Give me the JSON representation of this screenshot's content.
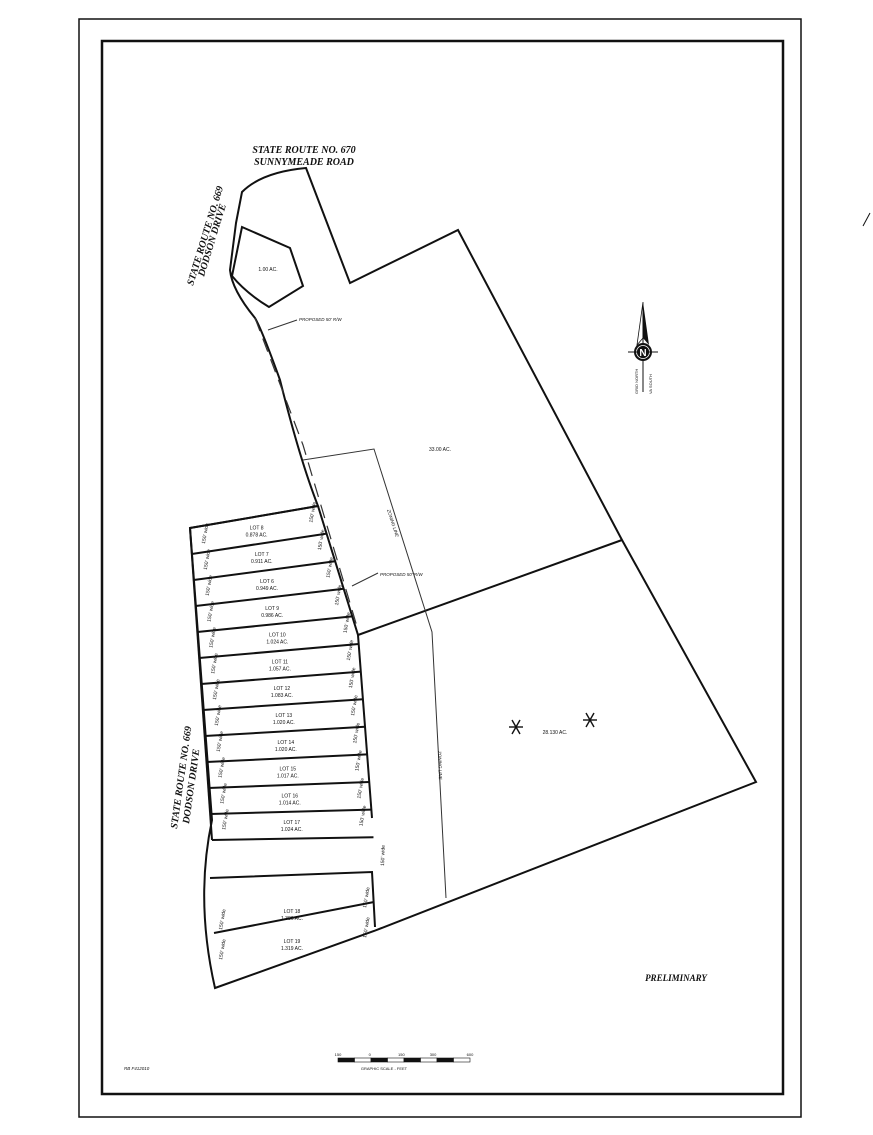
{
  "roads": {
    "route_670_line1": "STATE ROUTE NO. 670",
    "route_670_line2": "SUNNYMEADE ROAD",
    "route_669_top_line1": "STATE ROUTE NO. 669",
    "route_669_top_line2": "DODSON DRIVE",
    "route_669_bottom_line1": "STATE ROUTE NO. 669",
    "route_669_bottom_line2": "DODSON DRIVE"
  },
  "parcels": {
    "small": "1.00 AC.",
    "north": "33.00 AC.",
    "south": "28.130 AC."
  },
  "row_notes": {
    "upper": "PROPOSED 50' R/W",
    "lower": "PROPOSED 50' R/W"
  },
  "zoning_label": "ZONING LINE",
  "lots": [
    {
      "name": "LOT 8",
      "area": "0.878 AC."
    },
    {
      "name": "LOT 7",
      "area": "0.911 AC."
    },
    {
      "name": "LOT 6",
      "area": "0.949 AC."
    },
    {
      "name": "LOT 9",
      "area": "0.986 AC."
    },
    {
      "name": "LOT 10",
      "area": "1.024 AC."
    },
    {
      "name": "LOT 11",
      "area": "1.057 AC."
    },
    {
      "name": "LOT 12",
      "area": "1.083 AC."
    },
    {
      "name": "LOT 13",
      "area": "1.020 AC."
    },
    {
      "name": "LOT 14",
      "area": "1.020 AC."
    },
    {
      "name": "LOT 15",
      "area": "1.017 AC."
    },
    {
      "name": "LOT 16",
      "area": "1.014 AC."
    },
    {
      "name": "LOT 17",
      "area": "1.024 AC."
    }
  ],
  "lots_lower": [
    {
      "name": "LOT 18",
      "area": "1.386 AC."
    },
    {
      "name": "LOT 19",
      "area": "1.319 AC."
    }
  ],
  "frontage_label": "150' wide",
  "north_arrow": {
    "letter": "N",
    "note1": "GRID NORTH",
    "note2": "VA SOUTH"
  },
  "scale_bar": {
    "ticks": [
      "150",
      "0",
      "150",
      "300",
      "600"
    ],
    "caption": "GRAPHIC SCALE - FEET"
  },
  "preliminary": "PRELIMINARY",
  "drawing_id": "RB F412010"
}
